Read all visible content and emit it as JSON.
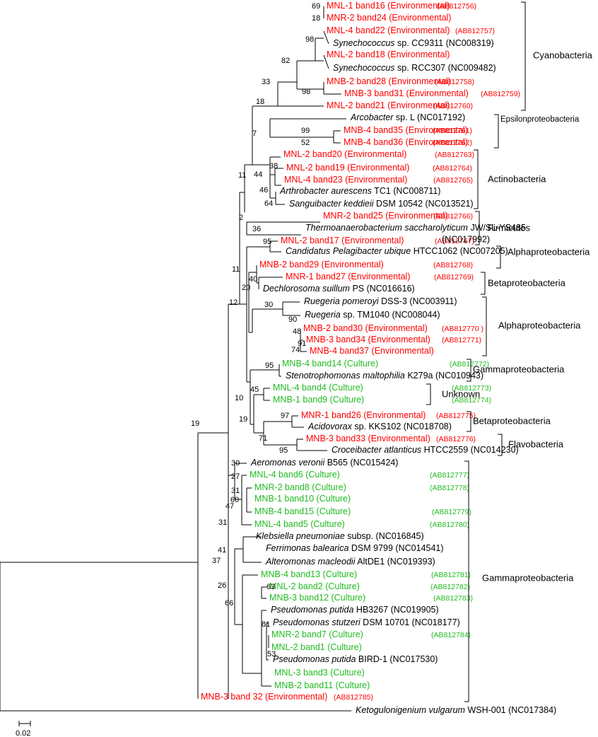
{
  "colors": {
    "environmental": "#ff0000",
    "culture": "#22bb22",
    "reference": "#000000",
    "lines": "#000000"
  },
  "leaves": [
    {
      "name": "MNL-1 band16 (Environmental)",
      "acc": "(AB812756)",
      "kind": "env"
    },
    {
      "name": "MNR-2 band24 (Environmental)",
      "acc": "",
      "kind": "env"
    },
    {
      "name": "MNL-4 band22 (Environmental)",
      "acc": "(AB812757)",
      "kind": "env"
    },
    {
      "species": "Synechococcus",
      "name": " sp. CC9311 (NC008319)",
      "acc": "",
      "kind": "ref"
    },
    {
      "name": "MNL-2 band18 (Environmental)",
      "acc": "",
      "kind": "env"
    },
    {
      "species": "Synechococcus",
      "name": " sp. RCC307 (NC009482)",
      "acc": "",
      "kind": "ref"
    },
    {
      "name": "MNB-2 band28 (Environmental)",
      "acc": "(AB812758)",
      "kind": "env"
    },
    {
      "name": "MNB-3 band31 (Environmental)",
      "acc": "(AB812759)",
      "kind": "env"
    },
    {
      "name": "MNL-2 band21 (Environmental)",
      "acc": "(AB812760)",
      "kind": "env"
    },
    {
      "species": "Arcobacter",
      "name": " sp. L (NC017192)",
      "acc": "",
      "kind": "ref"
    },
    {
      "name": "MNB-4 band35 (Environmental)",
      "acc": "(AB812761)",
      "kind": "env"
    },
    {
      "name": "MNB-4 band36 (Environmental)",
      "acc": "(AB812762)",
      "kind": "env"
    },
    {
      "name": "MNL-2 band20 (Environmental)",
      "acc": "(AB812763)",
      "kind": "env"
    },
    {
      "name": "MNL-2 band19 (Environmental)",
      "acc": "(AB812764)",
      "kind": "env"
    },
    {
      "name": "MNL-4 band23 (Environmental)",
      "acc": "(AB812765)",
      "kind": "env"
    },
    {
      "species": "Arthrobacter aurescens",
      "name": " TC1 (NC008711)",
      "acc": "",
      "kind": "ref"
    },
    {
      "species": "Sanguibacter keddieii",
      "name": " DSM 10542 (NC013521)",
      "acc": "",
      "kind": "ref"
    },
    {
      "name": "MNR-2 band25 (Environmental)",
      "acc": "(AB812766)",
      "kind": "env"
    },
    {
      "species": "Thermoanaerobacterium saccharolyticum",
      "name": " JW/SL-YS485",
      "acc": "",
      "kind": "ref"
    },
    {
      "name": "MNL-2 band17 (Environmental)",
      "acc": "(AB812767)",
      "kind": "env"
    },
    {
      "species": "Candidatus Pelagibacter ubique",
      "name": " HTCC1062 (NC007205)",
      "acc": "",
      "kind": "ref"
    },
    {
      "name": "MNB-2 band29 (Environmental)",
      "acc": "(AB812768)",
      "kind": "env"
    },
    {
      "name": "MNR-1 band27 (Environmental)",
      "acc": "(AB812769)",
      "kind": "env"
    },
    {
      "species": "Dechlorosoma suillum",
      "name": " PS (NC016616)",
      "acc": "",
      "kind": "ref"
    },
    {
      "species": "Ruegeria pomeroyi",
      "name": " DSS-3 (NC003911)",
      "acc": "",
      "kind": "ref"
    },
    {
      "species": "Ruegeria",
      "name": " sp. TM1040 (NC008044)",
      "acc": "",
      "kind": "ref"
    },
    {
      "name": "MNB-2 band30 (Environmental)",
      "acc": "(AB812770 )",
      "kind": "env"
    },
    {
      "name": "MNB-3 band34 (Environmental)",
      "acc": "(AB812771)",
      "kind": "env"
    },
    {
      "name": "MNB-4 band37 (Environmental)",
      "acc": "",
      "kind": "env"
    },
    {
      "name": "MNB-4 band14 (Culture)",
      "acc": "(AB812772)",
      "kind": "cul"
    },
    {
      "species": "Stenotrophomonas maltophilia",
      "name": " K279a (NC010943)",
      "acc": "",
      "kind": "ref"
    },
    {
      "name": "MNL-4 band4 (Culture)",
      "acc": "(AB812773)",
      "kind": "cul"
    },
    {
      "name": "MNB-1 band9 (Culture)",
      "acc": "(AB812774)",
      "kind": "cul"
    },
    {
      "name": "MNR-1 band26 (Environmental)",
      "acc": "(AB812775)",
      "kind": "env"
    },
    {
      "species": "Acidovorax",
      "name": " sp. KKS102 (NC018708)",
      "acc": "",
      "kind": "ref"
    },
    {
      "name": "MNB-3 band33 (Environmental)",
      "acc": "(AB812776)",
      "kind": "env"
    },
    {
      "species": "Croceibacter atlanticus",
      "name": " HTCC2559 (NC014230)",
      "acc": "",
      "kind": "ref"
    },
    {
      "species": "Aeromonas veronii",
      "name": " B565 (NC015424)",
      "acc": "",
      "kind": "ref"
    },
    {
      "name": "MNL-4 band6 (Culture)",
      "acc": "(AB812777)",
      "kind": "cul"
    },
    {
      "name": "MNR-2 band8 (Culture)",
      "acc": "(AB812778)",
      "kind": "cul"
    },
    {
      "name": "MNB-1 band10 (Culture)",
      "acc": "",
      "kind": "cul"
    },
    {
      "name": "MNB-4 band15 (Culture)",
      "acc": "(AB812779)",
      "kind": "cul"
    },
    {
      "name": "MNL-4 band5 (Culture)",
      "acc": "(AB812780)",
      "kind": "cul"
    },
    {
      "species": "Klebsiella pneumoniae",
      "name": " subsp.   (NC016845)",
      "acc": "",
      "kind": "ref"
    },
    {
      "species": "Ferrimonas balearica",
      "name": " DSM 9799 (NC014541)",
      "acc": "",
      "kind": "ref"
    },
    {
      "species": "Alteromonas macleodii",
      "name": " AltDE1 (NC019393)",
      "acc": "",
      "kind": "ref"
    },
    {
      "name": "MNB-4 band13 (Culture)",
      "acc": "(AB812781)",
      "kind": "cul"
    },
    {
      "name": "MNL-2 band2 (Culture)",
      "acc": "(AB812782)",
      "kind": "cul"
    },
    {
      "name": "MNB-3 band12 (Culture)",
      "acc": "(AB812783)",
      "kind": "cul"
    },
    {
      "species": "Pseudomonas putida",
      "name": " HB3267 (NC019905)",
      "acc": "",
      "kind": "ref"
    },
    {
      "species": "Pseudomonas stutzeri",
      "name": " DSM 10701 (NC018177)",
      "acc": "",
      "kind": "ref"
    },
    {
      "name": "MNR-2 band7 (Culture)",
      "acc": "(AB812784)",
      "kind": "cul"
    },
    {
      "name": "MNL-2 band1 (Culture)",
      "acc": "",
      "kind": "cul"
    },
    {
      "species": "Pseudomonas putida",
      "name": " BIRD-1 (NC017530)",
      "acc": "",
      "kind": "ref"
    },
    {
      "name": "MNL-3 band3 (Culture)",
      "acc": "",
      "kind": "cul"
    },
    {
      "name": "MNB-2 band11 (Culture)",
      "acc": "",
      "kind": "cul"
    },
    {
      "name": "MNB-3 band 32 (Environmental)",
      "acc": "(AB812785)",
      "kind": "env"
    },
    {
      "species": "Ketogulonigenium vulgarum",
      "name": " WSH-001 (NC017384)",
      "acc": "",
      "kind": "ref"
    }
  ],
  "extra_labels": {
    "firmicutes_accession": "(NC017992)"
  },
  "bootstrap": [
    "69",
    "18",
    "98",
    "82",
    "33",
    "98",
    "18",
    "7",
    "99",
    "52",
    "38",
    "44",
    "46",
    "64",
    "11",
    "2",
    "36",
    "95",
    "11",
    "40",
    "20",
    "30",
    "12",
    "90",
    "48",
    "91",
    "74",
    "95",
    "10",
    "45",
    "19",
    "97",
    "71",
    "95",
    "19",
    "30",
    "27",
    "31",
    "60",
    "47",
    "31",
    "41",
    "37",
    "26",
    "63",
    "66",
    "81",
    "53"
  ],
  "groups": [
    "Cyanobacteria",
    "Epsilonproteobacteria",
    "Actinobacteria",
    "Firmicutes",
    "Alphaproteobacteria",
    "Betaproteobacteria",
    "Alphaproteobacteria",
    "Gammaproteobacteria",
    "Unknown",
    "Betaproteobacteria",
    "Flavobacteria",
    "Gammaproteobacteria"
  ],
  "scale_bar": {
    "label": "0.02"
  }
}
